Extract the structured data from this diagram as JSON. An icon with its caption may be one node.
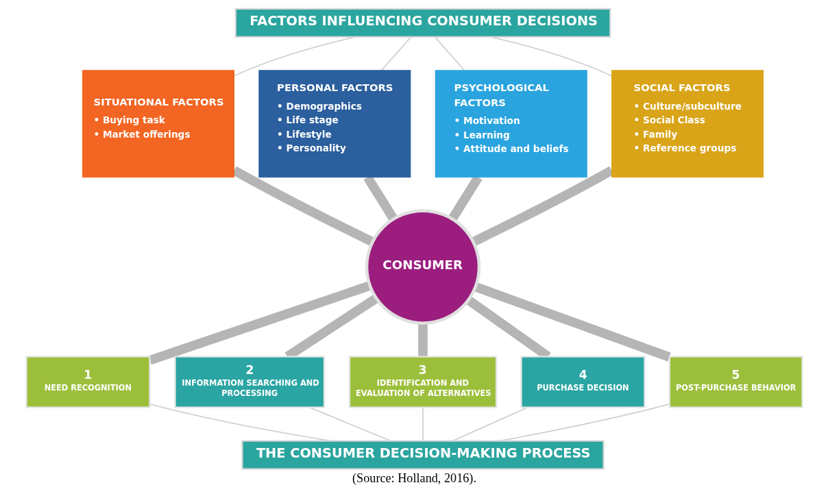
{
  "diagram": {
    "caption": "(Source: Holland, 2016).",
    "nodes": [
      {
        "text": [
          "FACTORS INFLUENCING CONSUMER DECISIONS"
        ]
      },
      {
        "text": [
          "SITUATIONAL FACTORS",
          "• Buying task",
          "• Market offerings"
        ]
      },
      {
        "text": [
          "PERSONAL FACTORS",
          "• Demographics",
          "• Life stage",
          "• Lifestyle",
          "• Personality"
        ]
      },
      {
        "text": [
          "PSYCHOLOGICAL FACTORS",
          "• Motivation",
          "• Learning",
          "• Attitude and beliefs"
        ]
      },
      {
        "text": [
          "SOCIAL FACTORS",
          "• Culture/subculture",
          "• Social Class",
          "• Family",
          "• Reference groups"
        ]
      },
      {
        "text": [
          "CONSUMER"
        ]
      },
      {
        "text": [
          "1",
          "NEED RECOGNITION"
        ]
      },
      {
        "text": [
          "2",
          "INFORMATION SEARCHING AND PROCESSING"
        ]
      },
      {
        "text": [
          "3",
          "IDENTIFICATION AND EVALUATION OF ALTERNATIVES"
        ]
      },
      {
        "text": [
          "4",
          "PURCHASE DECISION"
        ]
      },
      {
        "text": [
          "5",
          "POST-PURCHASE BEHAVIOR"
        ]
      },
      {
        "text": [
          "THE CONSUMER DECISION-MAKING PROCESS"
        ]
      }
    ],
    "edges": [
      {
        "from": 0,
        "to": 1,
        "arrow": "none"
      },
      {
        "from": 0,
        "to": 2,
        "arrow": "none"
      },
      {
        "from": 0,
        "to": 3,
        "arrow": "none"
      },
      {
        "from": 0,
        "to": 4,
        "arrow": "none"
      },
      {
        "from": 1,
        "to": 5,
        "arrow": "none",
        "style": "thick",
        "color": "#b5b5b5"
      },
      {
        "from": 2,
        "to": 5,
        "arrow": "none",
        "style": "thick",
        "color": "#b5b5b5"
      },
      {
        "from": 3,
        "to": 5,
        "arrow": "none",
        "style": "thick",
        "color": "#b5b5b5"
      },
      {
        "from": 4,
        "to": 5,
        "arrow": "none",
        "style": "thick",
        "color": "#b5b5b5"
      },
      {
        "from": 5,
        "to": 6,
        "arrow": "none",
        "style": "thick",
        "color": "#b5b5b5"
      },
      {
        "from": 5,
        "to": 7,
        "arrow": "none",
        "style": "thick",
        "color": "#b5b5b5"
      },
      {
        "from": 5,
        "to": 8,
        "arrow": "none",
        "style": "thick",
        "color": "#b5b5b5"
      },
      {
        "from": 5,
        "to": 9,
        "arrow": "none",
        "style": "thick",
        "color": "#b5b5b5"
      },
      {
        "from": 5,
        "to": 10,
        "arrow": "none",
        "style": "thick",
        "color": "#b5b5b5"
      },
      {
        "from": 6,
        "to": 11,
        "arrow": "none"
      },
      {
        "from": 7,
        "to": 11,
        "arrow": "none"
      },
      {
        "from": 8,
        "to": 11,
        "arrow": "none"
      },
      {
        "from": 9,
        "to": 11,
        "arrow": "none"
      },
      {
        "from": 10,
        "to": 11,
        "arrow": "none"
      }
    ]
  }
}
